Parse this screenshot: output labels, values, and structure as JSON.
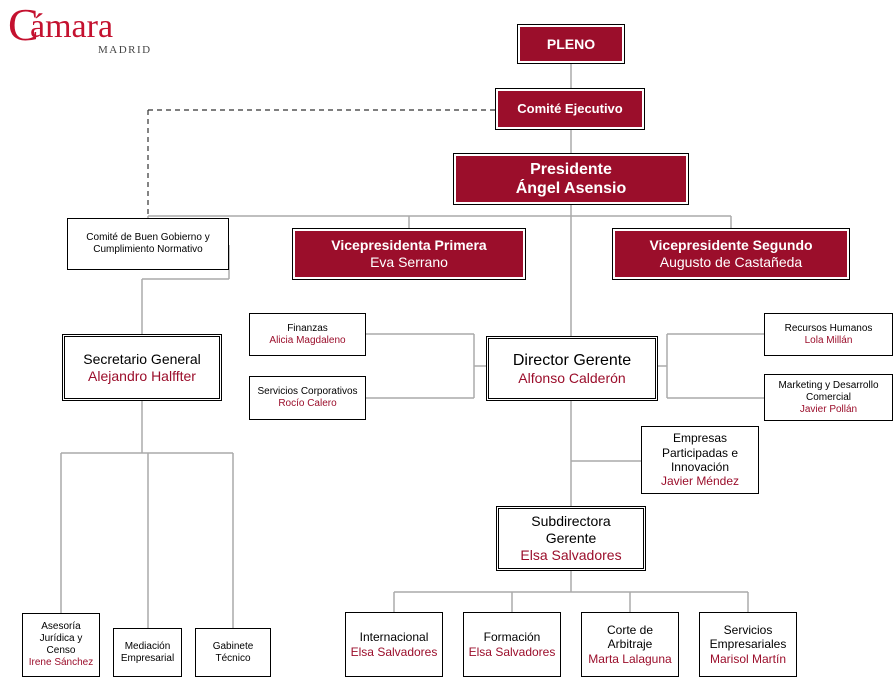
{
  "logo": {
    "main": "ámara",
    "initial": "C",
    "sub": "MADRID"
  },
  "pleno": "PLENO",
  "comite_ejecutivo": "Comité Ejecutivo",
  "presidente": {
    "role": "Presidente",
    "name": "Ángel Asensio"
  },
  "comite_buen_gobierno": {
    "line1": "Comité de Buen Gobierno y",
    "line2": "Cumplimiento Normativo"
  },
  "vicepresidenta_primera": {
    "role": "Vicepresidenta Primera",
    "name": "Eva Serrano"
  },
  "vicepresidente_segundo": {
    "role": "Vicepresidente Segundo",
    "name": "Augusto de Castañeda"
  },
  "finanzas": {
    "role": "Finanzas",
    "name": "Alicia Magdaleno"
  },
  "servicios_corporativos": {
    "role": "Servicios Corporativos",
    "name": "Rocío Calero"
  },
  "secretario_general": {
    "role": "Secretario General",
    "name": "Alejandro Halffter"
  },
  "director_gerente": {
    "role": "Director Gerente",
    "name": "Alfonso Calderón"
  },
  "recursos_humanos": {
    "role": "Recursos Humanos",
    "name": "Lola Millán"
  },
  "marketing": {
    "line1": "Marketing y Desarrollo",
    "line2": "Comercial",
    "name": "Javier Pollán"
  },
  "empresas_participadas": {
    "line1": "Empresas",
    "line2": "Participadas e",
    "line3": "Innovación",
    "name": "Javier Méndez"
  },
  "subdirectora_gerente": {
    "line1": "Subdirectora",
    "line2": "Gerente",
    "name": "Elsa Salvadores"
  },
  "asesoria": {
    "line1": "Asesoría",
    "line2": "Jurídica y",
    "line3": "Censo",
    "name": "Irene Sánchez"
  },
  "mediacion": {
    "line1": "Mediación",
    "line2": "Empresarial"
  },
  "gabinete": {
    "line1": "Gabinete",
    "line2": "Técnico"
  },
  "internacional": {
    "role": "Internacional",
    "name": "Elsa Salvadores"
  },
  "formacion": {
    "role": "Formación",
    "name": "Elsa Salvadores"
  },
  "corte_arbitraje": {
    "line1": "Corte de",
    "line2": "Arbitraje",
    "name": "Marta Lalaguna"
  },
  "servicios_empresariales": {
    "line1": "Servicios",
    "line2": "Empresariales",
    "name": "Marisol Martín"
  },
  "colors": {
    "brand_red": "#9b0e2b",
    "logo_red": "#c4112f",
    "line_gray": "#aaaaaa"
  }
}
